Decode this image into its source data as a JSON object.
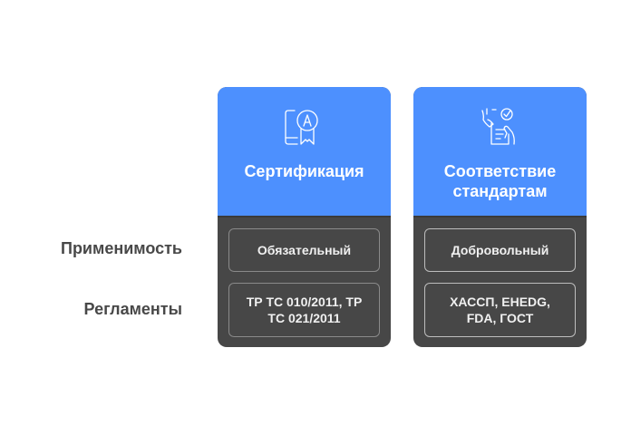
{
  "rows": [
    {
      "label": "Применимость"
    },
    {
      "label": "Регламенты"
    }
  ],
  "columns": [
    {
      "title": "Сертификация",
      "icon": "certificate-award-icon",
      "cells": [
        "Обязательный",
        "ТР ТС 010/2011, ТР ТС 021/2011"
      ]
    },
    {
      "title": "Соответствие стандартам",
      "icon": "document-approval-icon",
      "cells": [
        "Добровольный",
        "ХАССП, EHEDG, FDA, ГОСТ"
      ]
    }
  ],
  "colors": {
    "header_blue": "#4d90fe",
    "body_dark": "#474747",
    "label_text": "#484848"
  }
}
